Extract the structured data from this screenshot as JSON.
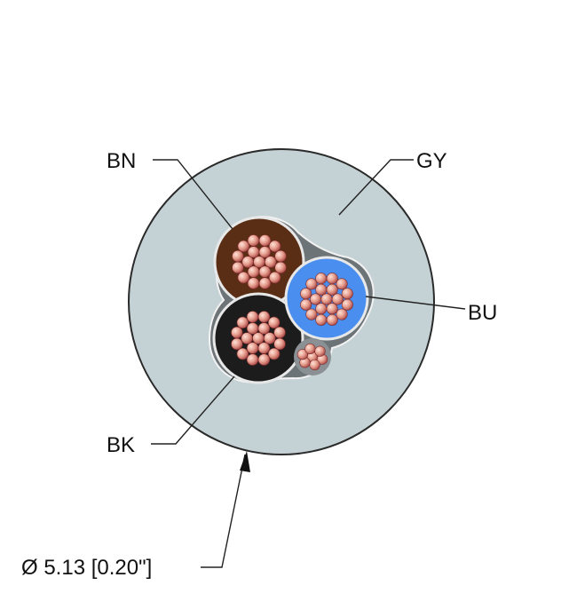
{
  "labels": {
    "bn": "BN",
    "gy": "GY",
    "bu": "BU",
    "bk": "BK"
  },
  "dimension": "Ø 5.13 [0.20\"]",
  "colors": {
    "jacket": "#c5d2d5",
    "jacket_outline": "#2a2a2a",
    "filler": "#6d7478",
    "brown_insulation": "#5a2e14",
    "blue_insulation": "#4a8ef0",
    "black_insulation": "#1c1c1c",
    "copper_light": "#f0b4a6",
    "copper_mid": "#d98a7a",
    "copper_dark": "#b64a4a"
  }
}
